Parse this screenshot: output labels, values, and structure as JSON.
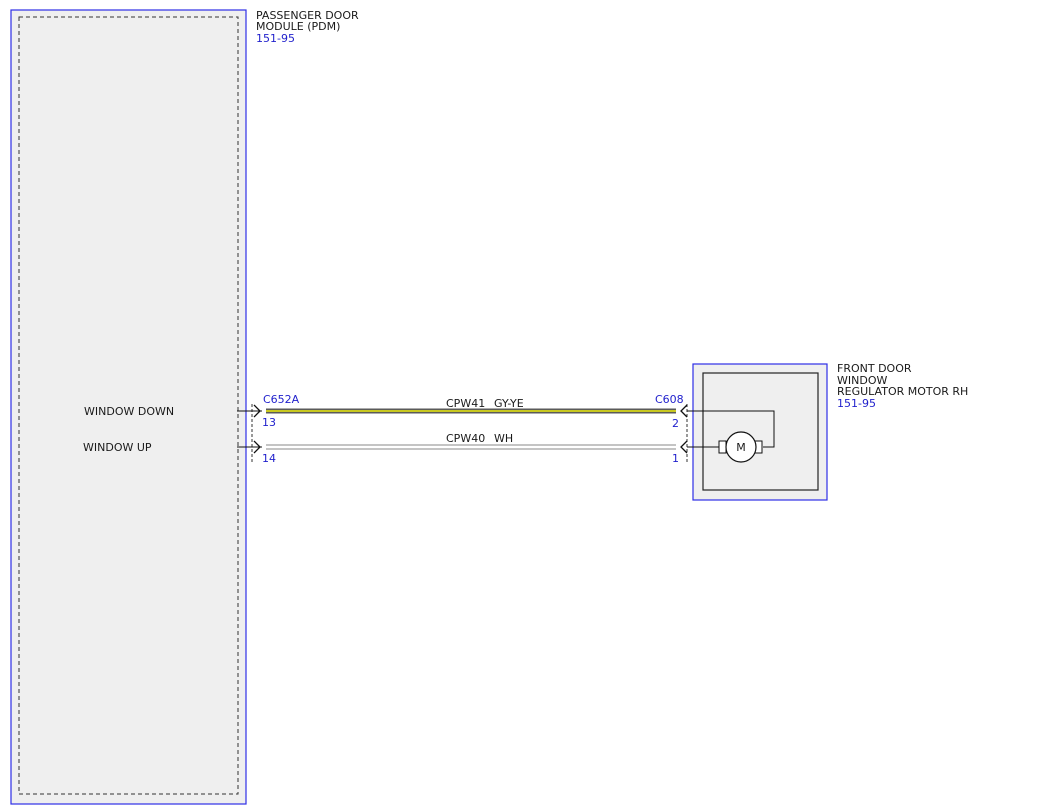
{
  "pdm": {
    "name_line1": "PASSENGER DOOR",
    "name_line2": "MODULE (PDM)",
    "ref": "151-95",
    "signals": [
      {
        "label": "WINDOW DOWN",
        "pin": "13"
      },
      {
        "label": "WINDOW UP",
        "pin": "14"
      }
    ],
    "connector": "C652A"
  },
  "motor": {
    "name_line1": "FRONT DOOR",
    "name_line2": "WINDOW",
    "name_line3": "REGULATOR MOTOR RH",
    "ref": "151-95",
    "connector": "C608",
    "pins": [
      "2",
      "1"
    ],
    "symbol": "M"
  },
  "wires": [
    {
      "circuit": "CPW41",
      "color": "GY-YE",
      "stroke": "#5a5a5a",
      "stripe": "#c8c820"
    },
    {
      "circuit": "CPW40",
      "color": "WH",
      "stroke": "#8a8a8a",
      "stripe": "#ffffff"
    }
  ],
  "colors": {
    "module_border": "#2e2ee6",
    "module_fill": "#efefef",
    "ref_text": "#1f1fcc"
  }
}
